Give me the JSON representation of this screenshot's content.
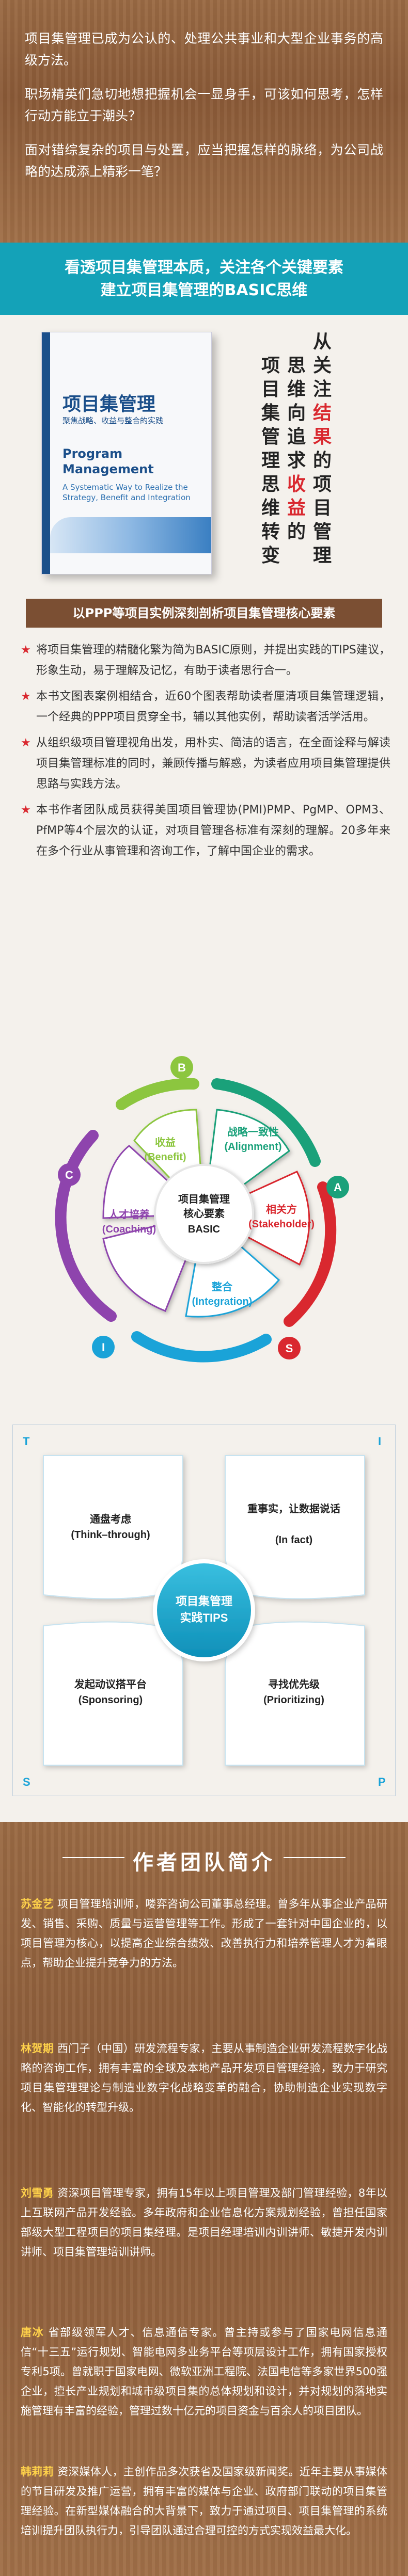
{
  "intro": [
    "项目集管理已成为公认的、处理公共事业和大型企业事务的高级方法。",
    "职场精英们急切地想把握机会一显身手，可该如何思考，怎样行动方能立于潮头？",
    "面对错综复杂的项目与处置，应当把握怎样的脉络，为公司战略的达成添上精彩一笔？"
  ],
  "banner": [
    "看透项目集管理本质，关注各个关键要素",
    "建立项目集管理的BASIC思维"
  ],
  "book": {
    "title_cn": "项目集管理",
    "subtitle_cn": "聚焦战略、收益与整合的实践",
    "title_en": "Program Management",
    "subtitle_en": "A Systematic Way to Realize the Strategy, Benefit and Integration"
  },
  "vertical_title": {
    "col1": [
      "思",
      "维",
      "向",
      "追",
      "求",
      "收",
      "益",
      "的"
    ],
    "col2": [
      "关",
      "注",
      "结",
      "果",
      "的",
      "项",
      "目",
      "管",
      "理"
    ],
    "col3": [
      "项",
      "目",
      "集",
      "管",
      "理",
      "思",
      "维",
      "转",
      "变"
    ],
    "col1_prefix": [
      "从"
    ],
    "highlight_words": [
      "结",
      "果",
      "收",
      "益"
    ]
  },
  "section_sub": "以PPP等项目实例深刻剖析项目集管理核心要素",
  "bullets": [
    "将项目集管理的精髓化繁为简为BASIC原则，并提出实践的TIPS建议，形象生动，易于理解及记忆，有助于读者思行合一。",
    "本书文图表案例相结合，近60个图表帮助读者厘清项目集管理逻辑，一个经典的PPP项目贯穿全书，辅以其他实例，帮助读者活学活用。",
    "从组织级项目管理视角出发，用朴实、简洁的语言，在全面诠释与解读项目集管理标准的同时，兼顾传播与解惑，为读者应用项目集管理提供思路与实践方法。",
    "本书作者团队成员获得美国项目管理协(PMI)PMP、PgMP、OPM3、PfMP等4个层次的认证，对项目管理各标准有深刻的理解。20多年来在多个行业从事管理和咨询工作，了解中国企业的需求。"
  ],
  "basic": {
    "center": [
      "项目集管理",
      "核心要素",
      "BASIC"
    ],
    "items": [
      {
        "letter": "B",
        "cn": "收益",
        "en": "(Benefit)",
        "color": "#8cc63f"
      },
      {
        "letter": "A",
        "cn": "战略一致性",
        "en": "(Alignment)",
        "color": "#1aa17a"
      },
      {
        "letter": "S",
        "cn": "相关方",
        "en": "(Stakeholder)",
        "color": "#d9282f"
      },
      {
        "letter": "I",
        "cn": "整合",
        "en": "(Integration)",
        "color": "#1aa3d8"
      },
      {
        "letter": "C",
        "cn": "人才培养",
        "en": "(Coaching)",
        "color": "#8e44ad"
      }
    ]
  },
  "tips": {
    "center": [
      "项目集管理",
      "实践TIPS"
    ],
    "items": [
      {
        "letter": "T",
        "cn": "通盘考虑",
        "en": "(Think–through)"
      },
      {
        "letter": "I",
        "cn": "重事实，让数据说话",
        "en": "(In fact)"
      },
      {
        "letter": "S",
        "cn": "发起动议搭平台",
        "en": "(Sponsoring)"
      },
      {
        "letter": "P",
        "cn": "寻找优先级",
        "en": "(Prioritizing)"
      }
    ]
  },
  "team": {
    "title": "作者团队简介",
    "members": [
      {
        "name": "苏金艺",
        "text": "项目管理培训师，喽弈咨询公司董事总经理。曾多年从事企业产品研发、销售、采购、质量与运营管理等工作。形成了一套针对中国企业的，以项目管理为核心，以提高企业综合绩效、改善执行力和培养管理人才为着眼点，帮助企业提升竞争力的方法。"
      },
      {
        "name": "林贺期",
        "text": "西门子（中国）研发流程专家，主要从事制造企业研发流程数字化战略的咨询工作，拥有丰富的全球及本地产品开发项目管理经验，致力于研究项目集管理理论与制造业数字化战略变革的融合，协助制造企业实现数字化、智能化的转型升级。"
      },
      {
        "name": "刘雪勇",
        "text": "资深项目管理专家，拥有15年以上项目管理及部门管理经验，8年以上互联网产品开发经验。多年政府和企业信息化方案规划经验，曾担任国家部级大型工程项目的项目集经理。是项目经理培训内训讲师、敏捷开发内训讲师、项目集管理培训讲师。"
      },
      {
        "name": "唐冰",
        "text": "省部级领军人才、信息通信专家。曾主持或参与了国家电网信息通信“十三五”运行规划、智能电网多业务平台等项层设计工作，拥有国家授权专利5项。曾就职于国家电网、微软亚洲工程院、法国电信等多家世界500强企业，擅长产业规划和城市级项目集的总体规划和设计，并对规划的落地实施管理有丰富的经验，管理过数十亿元的项目资金与百余人的项目团队。"
      },
      {
        "name": "韩莉莉",
        "text": "资深媒体人，主创作品多次获省及国家级新闻奖。近年主要从事媒体的节目研发及推广运营，拥有丰富的媒体与企业、政府部门联动的项目集管理经验。在新型媒体融合的大背景下，致力于通过项目、项目集管理的系统培训提升团队执行力，引导团队通过合理可控的方式实现效益最大化。"
      }
    ]
  }
}
